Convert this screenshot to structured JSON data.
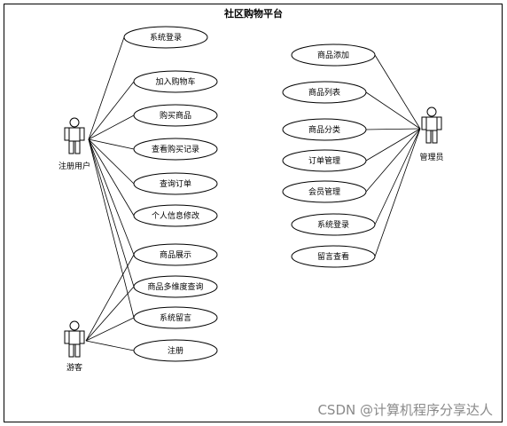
{
  "diagram": {
    "title": "社区购物平台",
    "actors": {
      "registered_user": "注册用户",
      "guest": "游客",
      "admin": "管理员"
    },
    "user_cases": [
      {
        "id": "user-login",
        "label": "系统登录"
      },
      {
        "id": "add-cart",
        "label": "加入购物车"
      },
      {
        "id": "buy-goods",
        "label": "购买商品"
      },
      {
        "id": "view-purchase",
        "label": "查看购买记录"
      },
      {
        "id": "query-order",
        "label": "查询订单"
      },
      {
        "id": "edit-profile",
        "label": "个人信息修改"
      },
      {
        "id": "goods-display",
        "label": "商品展示"
      },
      {
        "id": "multi-query",
        "label": "商品多维度查询"
      },
      {
        "id": "leave-message",
        "label": "系统留言"
      },
      {
        "id": "register",
        "label": "注册"
      }
    ],
    "admin_cases": [
      {
        "id": "goods-add",
        "label": "商品添加"
      },
      {
        "id": "goods-list",
        "label": "商品列表"
      },
      {
        "id": "goods-category",
        "label": "商品分类"
      },
      {
        "id": "order-manage",
        "label": "订单管理"
      },
      {
        "id": "member-manage",
        "label": "会员管理"
      },
      {
        "id": "admin-login",
        "label": "系统登录"
      },
      {
        "id": "message-view",
        "label": "留言查看"
      }
    ],
    "relations": {
      "registered_user": [
        "user-login",
        "add-cart",
        "buy-goods",
        "view-purchase",
        "query-order",
        "edit-profile",
        "goods-display",
        "multi-query",
        "leave-message"
      ],
      "guest": [
        "goods-display",
        "multi-query",
        "leave-message",
        "register"
      ],
      "admin": [
        "goods-add",
        "goods-list",
        "goods-category",
        "order-manage",
        "member-manage",
        "admin-login",
        "message-view"
      ]
    }
  },
  "watermark": "CSDN @计算机程序分享达人"
}
